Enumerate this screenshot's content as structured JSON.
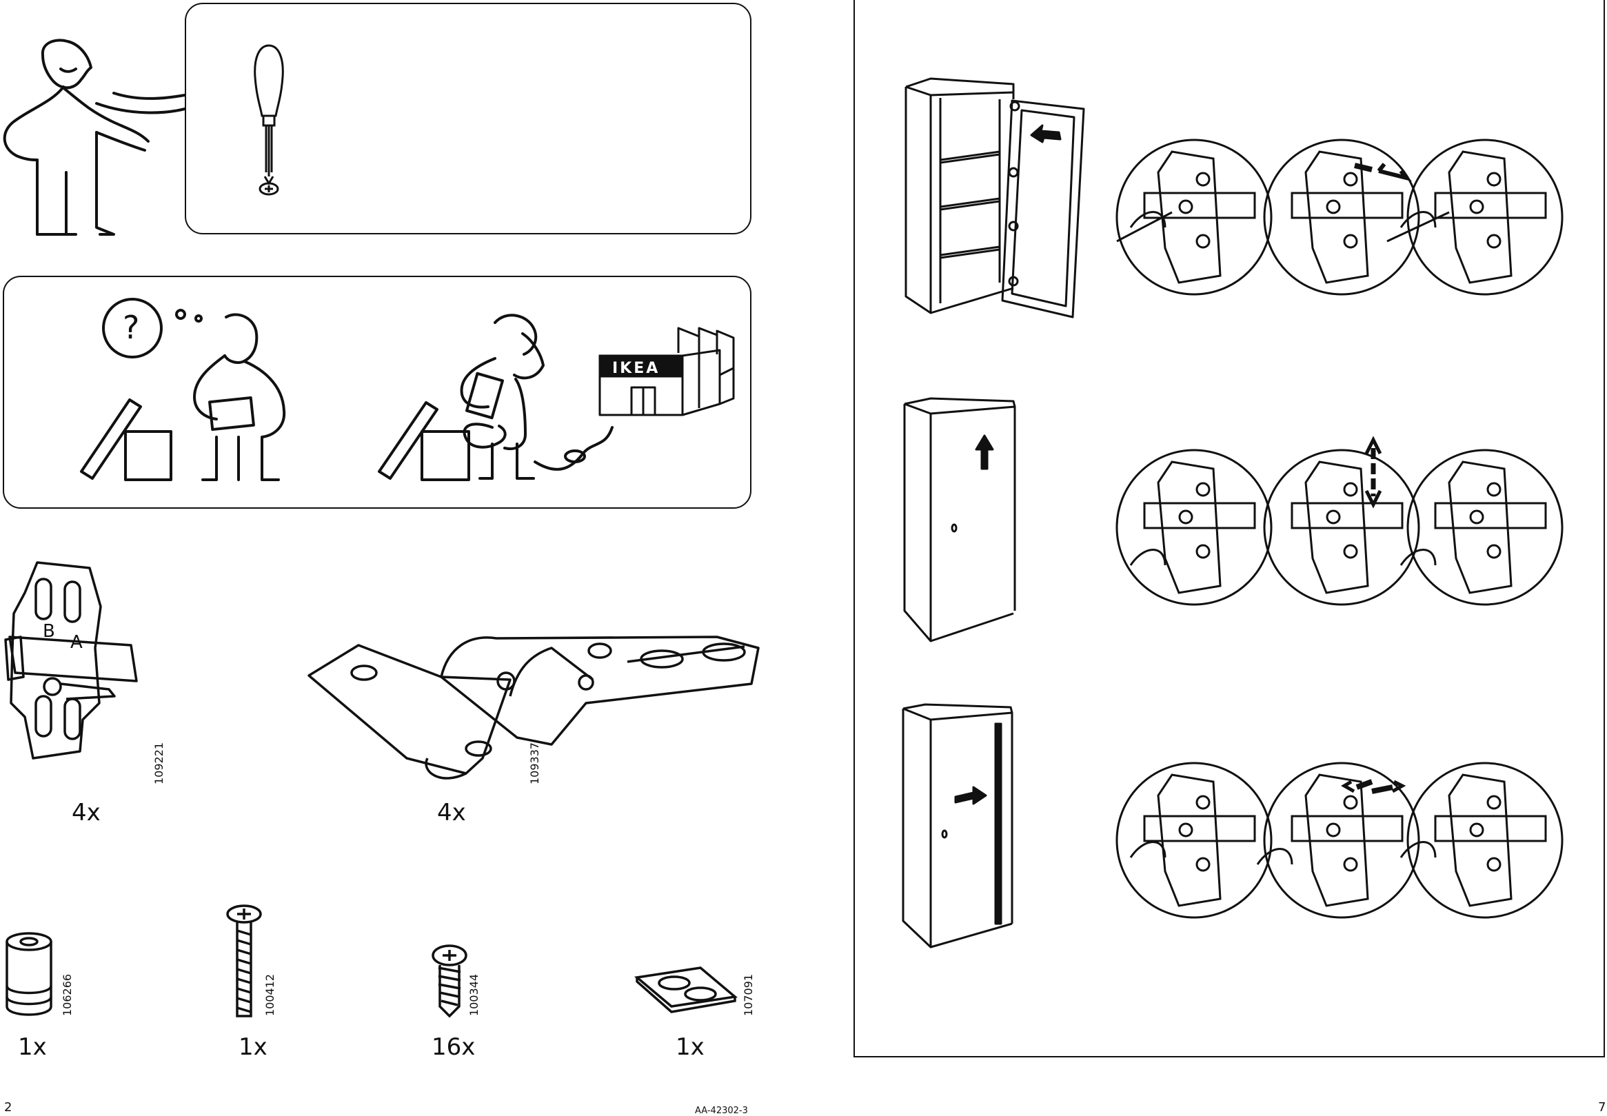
{
  "left_page": {
    "page_number": "2",
    "parts": [
      {
        "id": "wall-plate",
        "code": "109221",
        "qty": "4x"
      },
      {
        "id": "hinge",
        "code": "109337",
        "qty": "4x"
      },
      {
        "id": "spacer",
        "code": "106266",
        "qty": "1x"
      },
      {
        "id": "long-screw",
        "code": "100412",
        "qty": "1x"
      },
      {
        "id": "short-screw",
        "code": "100344",
        "qty": "16x"
      },
      {
        "id": "bumpers",
        "code": "107091",
        "qty": "1x"
      }
    ],
    "store_sign": "IKEA",
    "question_mark": "?"
  },
  "footer": {
    "doc_code": "AA-42302-3"
  },
  "right_page": {
    "page_number": "7",
    "hinge_letters": {
      "b": "B",
      "a": "A"
    }
  },
  "colors": {
    "ink": "#111111",
    "paper": "#ffffff"
  },
  "icons": [
    "screwdriver-icon",
    "phone-icon",
    "store-icon",
    "arrow-icon"
  ]
}
